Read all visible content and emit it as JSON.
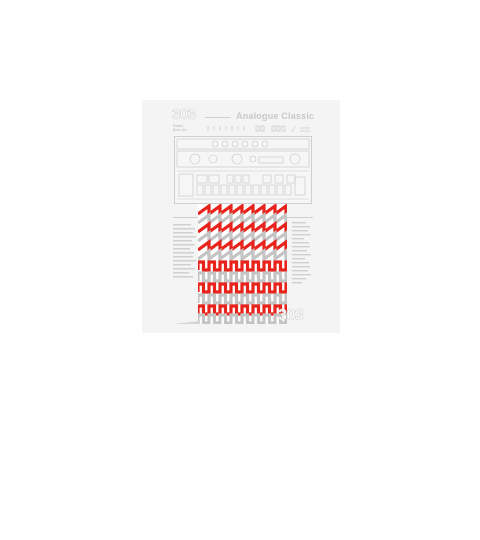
{
  "poster": {
    "model_number": "303",
    "title": "Analogue Classic",
    "brand_lines": [
      "Roland",
      "Bass Line"
    ],
    "corner_number": "303",
    "colors": {
      "accent": "#e8231b",
      "gray": "#c4c4c4",
      "background": "#f4f4f4"
    }
  }
}
